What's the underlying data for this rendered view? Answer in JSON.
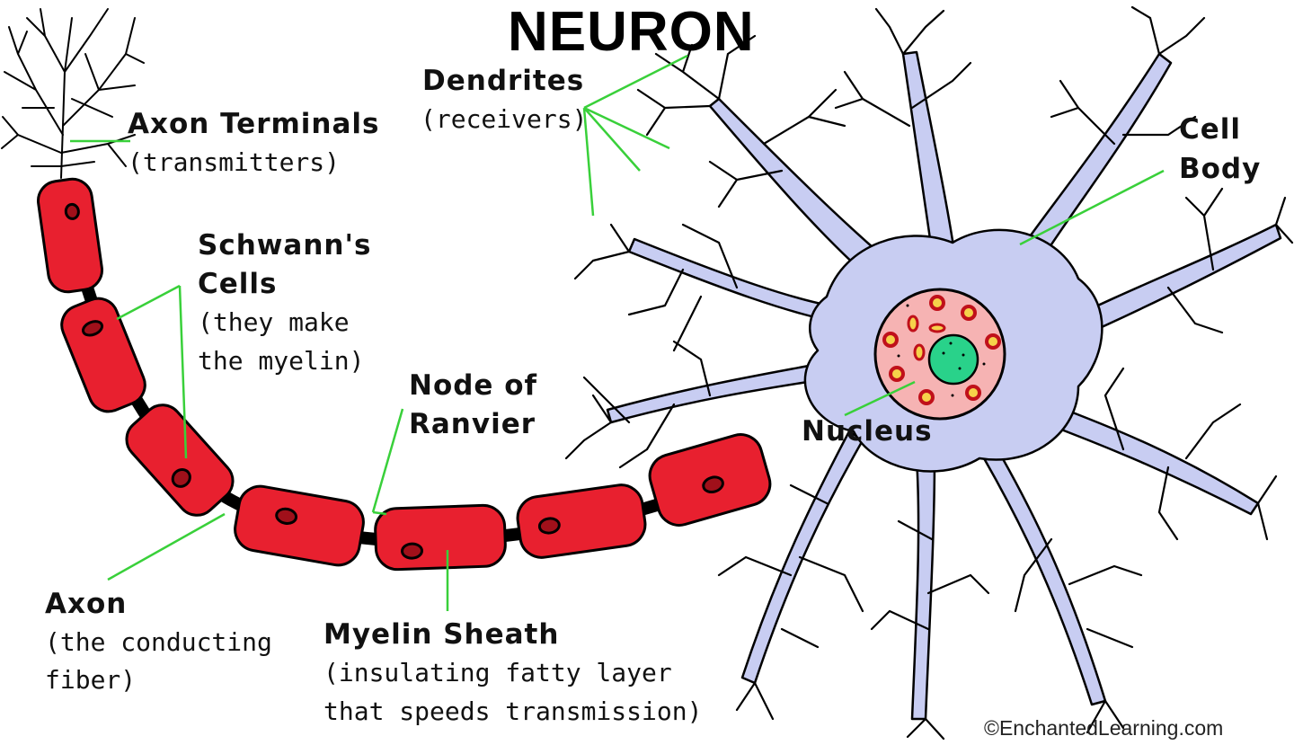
{
  "title": "NEURON",
  "labels": {
    "axon_terminals": {
      "name": "Axon Terminals",
      "desc": "(transmitters)"
    },
    "dendrites": {
      "name": "Dendrites",
      "desc": "(receivers)"
    },
    "cell_body": {
      "line1": "Cell",
      "line2": "Body"
    },
    "schwanns_cells": {
      "line1": "Schwann's",
      "line2": "Cells",
      "desc1": "(they make",
      "desc2": "the myelin)"
    },
    "node_of_ranvier": {
      "line1": "Node of",
      "line2": "Ranvier"
    },
    "nucleus": {
      "name": "Nucleus"
    },
    "axon": {
      "name": "Axon",
      "desc1": "(the conducting",
      "desc2": "fiber)"
    },
    "myelin_sheath": {
      "name": "Myelin Sheath",
      "desc1": "(insulating fatty layer",
      "desc2": "that speeds transmission)"
    }
  },
  "copyright": "©EnchantedLearning.com",
  "colors": {
    "myelin": "#e8202f",
    "cell_body": "#c8cdf2",
    "nucleus_outer": "#f6b3b3",
    "nucleolus": "#29d28a",
    "leader_line": "#39d03a",
    "outline": "#000000"
  }
}
